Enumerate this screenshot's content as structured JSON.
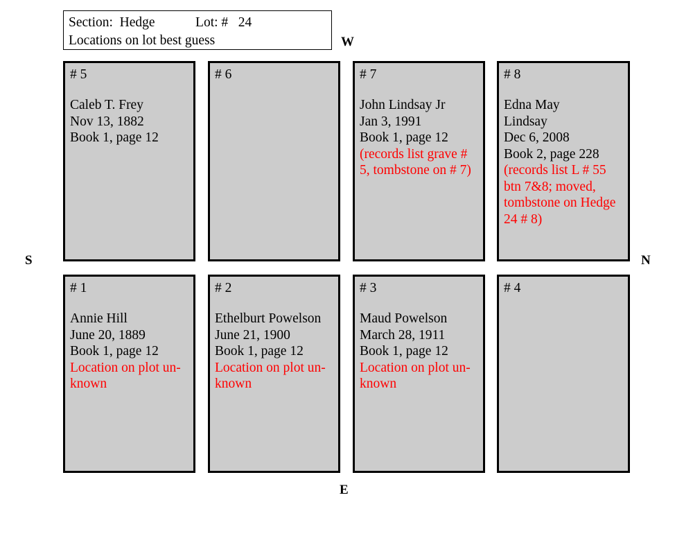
{
  "header": {
    "line1": "Section:  Hedge            Lot: #   24",
    "line2": "Locations on lot best guess"
  },
  "compass": {
    "west": "W",
    "south": "S",
    "north": "N",
    "east": "E"
  },
  "plots": {
    "top": [
      {
        "number": "# 5",
        "lines": [
          {
            "text": "Caleb T. Frey",
            "note": false
          },
          {
            "text": "Nov 13, 1882",
            "note": false
          },
          {
            "text": "Book 1, page 12",
            "note": false
          }
        ]
      },
      {
        "number": "# 6",
        "lines": []
      },
      {
        "number": "# 7",
        "lines": [
          {
            "text": "John Lindsay Jr",
            "note": false
          },
          {
            "text": "Jan 3, 1991",
            "note": false
          },
          {
            "text": "Book 1, page 12",
            "note": false
          },
          {
            "text": "(records list grave #",
            "note": true
          },
          {
            "text": "5, tombstone on # 7)",
            "note": true
          }
        ]
      },
      {
        "number": "# 8",
        "lines": [
          {
            "text": "Edna May",
            "note": false
          },
          {
            "text": "Lindsay",
            "note": false
          },
          {
            "text": "Dec 6, 2008",
            "note": false
          },
          {
            "text": "Book 2, page 228",
            "note": false
          },
          {
            "text": "(records list L # 55",
            "note": true
          },
          {
            "text": "btn 7&8; moved,",
            "note": true
          },
          {
            "text": "tombstone on Hedge",
            "note": true
          },
          {
            "text": "24 # 8)",
            "note": true
          }
        ]
      }
    ],
    "bottom": [
      {
        "number": "# 1",
        "lines": [
          {
            "text": "Annie Hill",
            "note": false
          },
          {
            "text": "June 20, 1889",
            "note": false
          },
          {
            "text": "Book 1, page 12",
            "note": false
          },
          {
            "text": "Location on plot un-",
            "note": true
          },
          {
            "text": "known",
            "note": true
          }
        ]
      },
      {
        "number": "# 2",
        "lines": [
          {
            "text": "Ethelburt Powelson",
            "note": false
          },
          {
            "text": "June 21, 1900",
            "note": false
          },
          {
            "text": "Book 1, page 12",
            "note": false
          },
          {
            "text": "Location on plot un-",
            "note": true
          },
          {
            "text": "known",
            "note": true
          }
        ]
      },
      {
        "number": "# 3",
        "lines": [
          {
            "text": "Maud Powelson",
            "note": false
          },
          {
            "text": "March 28, 1911",
            "note": false
          },
          {
            "text": "Book 1, page 12",
            "note": false
          },
          {
            "text": "Location on plot un-",
            "note": true
          },
          {
            "text": "known",
            "note": true
          }
        ]
      },
      {
        "number": "# 4",
        "lines": []
      }
    ]
  },
  "colors": {
    "plot_fill": "#cccccc",
    "plot_border": "#000000",
    "note_text": "#ff0000",
    "page_background": "#ffffff"
  }
}
